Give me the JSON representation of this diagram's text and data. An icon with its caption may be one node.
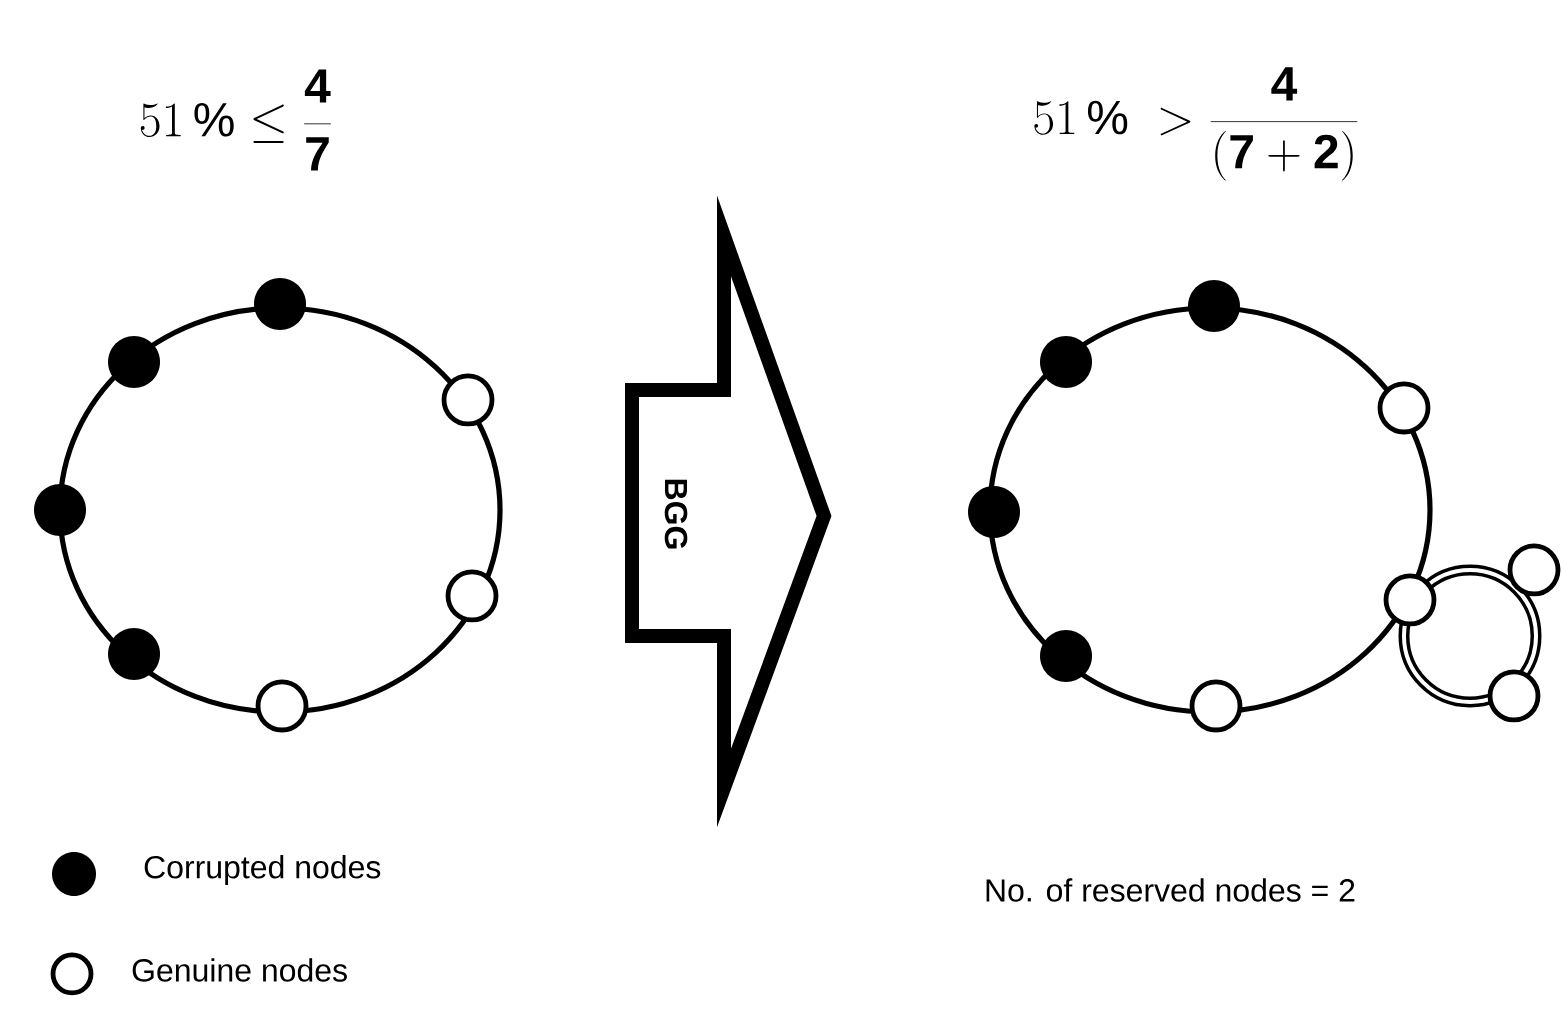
{
  "diagram": {
    "nodes": [
      {
        "text": [
          "BGG"
        ]
      }
    ],
    "labels": [
      "51\\,\\% \\leq \\frac{\\mathbf{4}}{\\mathbf{7}}",
      "51\\,\\% \\;> \\frac{\\mathbf{4}}{\\mathbf{(7+2)}}",
      "No. of reserved nodes = 2"
    ],
    "legend": [
      {
        "text": "Corrupted nodes"
      },
      {
        "text": "Genuine nodes"
      }
    ]
  }
}
